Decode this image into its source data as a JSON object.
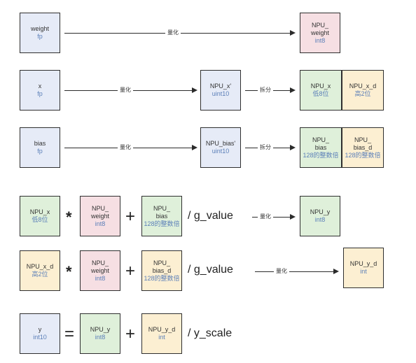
{
  "rows": {
    "weight": {
      "src": {
        "name": "weight",
        "type": "fp"
      },
      "edge": "量化",
      "dst": {
        "name": "NPU_\nweight",
        "type": "int8"
      }
    },
    "x": {
      "src": {
        "name": "x",
        "type": "fp"
      },
      "edge1": "量化",
      "mid": {
        "name": "NPU_x'",
        "type": "uint10"
      },
      "edge2": "拆分",
      "out1": {
        "name": "NPU_x",
        "type": "低8位"
      },
      "out2": {
        "name": "NPU_x_d",
        "type": "高2位"
      }
    },
    "bias": {
      "src": {
        "name": "bias",
        "type": "fp"
      },
      "edge1": "量化",
      "mid": {
        "name": "NPU_bias'",
        "type": "uint10"
      },
      "edge2": "拆分",
      "out1": {
        "name": "NPU_\nbias",
        "type": "128的整数倍"
      },
      "out2": {
        "name": "NPU_\nbias_d",
        "type": "128的整数倍"
      }
    }
  },
  "equations": {
    "eq1": {
      "a": {
        "name": "NPU_x",
        "type": "低8位"
      },
      "op1": "*",
      "b": {
        "name": "NPU_\nweight",
        "type": "int8"
      },
      "op2": "+",
      "c": {
        "name": "NPU_\nbias",
        "type": "128的整数倍"
      },
      "op3": "/ g_value",
      "edge": "量化",
      "result": {
        "name": "NPU_y",
        "type": "int8"
      }
    },
    "eq2": {
      "a": {
        "name": "NPU_x_d",
        "type": "高2位"
      },
      "op1": "*",
      "b": {
        "name": "NPU_\nweight",
        "type": "int8"
      },
      "op2": "+",
      "c": {
        "name": "NPU_\nbias_d",
        "type": "128的整数倍"
      },
      "op3": "/ g_value",
      "edge": "量化",
      "result": {
        "name": "NPU_y_d",
        "type": "int"
      }
    },
    "eq3": {
      "a": {
        "name": "y",
        "type": "int10"
      },
      "op1": "=",
      "b": {
        "name": "NPU_y",
        "type": "int8"
      },
      "op2": "+",
      "c": {
        "name": "NPU_y_d",
        "type": "int"
      },
      "op3": "/ y_scale"
    }
  },
  "colors": {
    "blue": "#e6ebf7",
    "pink": "#f6dfe3",
    "green": "#dff0da",
    "yellow": "#fcefd2",
    "type_text": "#5b7fb8"
  }
}
